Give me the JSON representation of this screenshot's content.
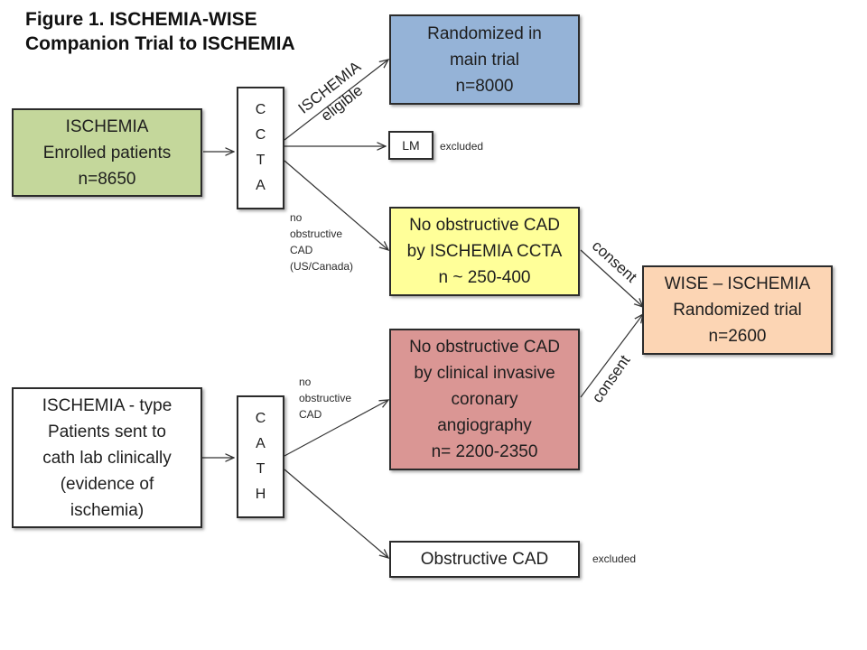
{
  "title": {
    "line1": "Figure 1. ISCHEMIA-WISE",
    "line2": "Companion Trial to ISCHEMIA"
  },
  "colors": {
    "green": "#c4d79b",
    "blue": "#95b3d7",
    "yellow": "#ffff99",
    "red": "#da9694",
    "peach": "#fcd5b4",
    "white": "#ffffff"
  },
  "boxes": {
    "enrolled": {
      "line1": "ISCHEMIA",
      "line2": "Enrolled patients",
      "line3": "n=8650"
    },
    "ccta": {
      "letters": [
        "C",
        "C",
        "T",
        "A"
      ]
    },
    "randomized_main": {
      "line1": "Randomized in",
      "line2": "main trial",
      "line3": "n=8000"
    },
    "lm": {
      "label": "LM"
    },
    "no_obstructive_ccta": {
      "line1": "No obstructive CAD",
      "line2": "by ISCHEMIA CCTA",
      "line3": "n ~ 250-400"
    },
    "wise": {
      "line1": "WISE – ISCHEMIA",
      "line2": "Randomized trial",
      "line3": "n=2600"
    },
    "ischemia_type": {
      "line1": "ISCHEMIA - type",
      "line2": "Patients sent to",
      "line3": "cath lab clinically",
      "line4": "(evidence of",
      "line5": "ischemia)"
    },
    "cath": {
      "letters": [
        "C",
        "A",
        "T",
        "H"
      ]
    },
    "no_obstructive_cath": {
      "line1": "No obstructive CAD",
      "line2": "by clinical invasive",
      "line3": "coronary",
      "line4": "angiography",
      "line5": "n= 2200-2350"
    },
    "obstructive": {
      "label": "Obstructive CAD"
    }
  },
  "annotations": {
    "ischemia_eligible": {
      "line1": "ISCHEMIA",
      "line2": "eligible"
    },
    "excluded_lm": "excluded",
    "excluded_obstructive": "excluded",
    "no_obstructive_us": {
      "line1": "no",
      "line2": "obstructive",
      "line3": "CAD",
      "line4": "(US/Canada)"
    },
    "no_obstructive_cath": {
      "line1": "no",
      "line2": "obstructive",
      "line3": "CAD"
    },
    "consent_upper": "consent",
    "consent_lower": "consent"
  }
}
